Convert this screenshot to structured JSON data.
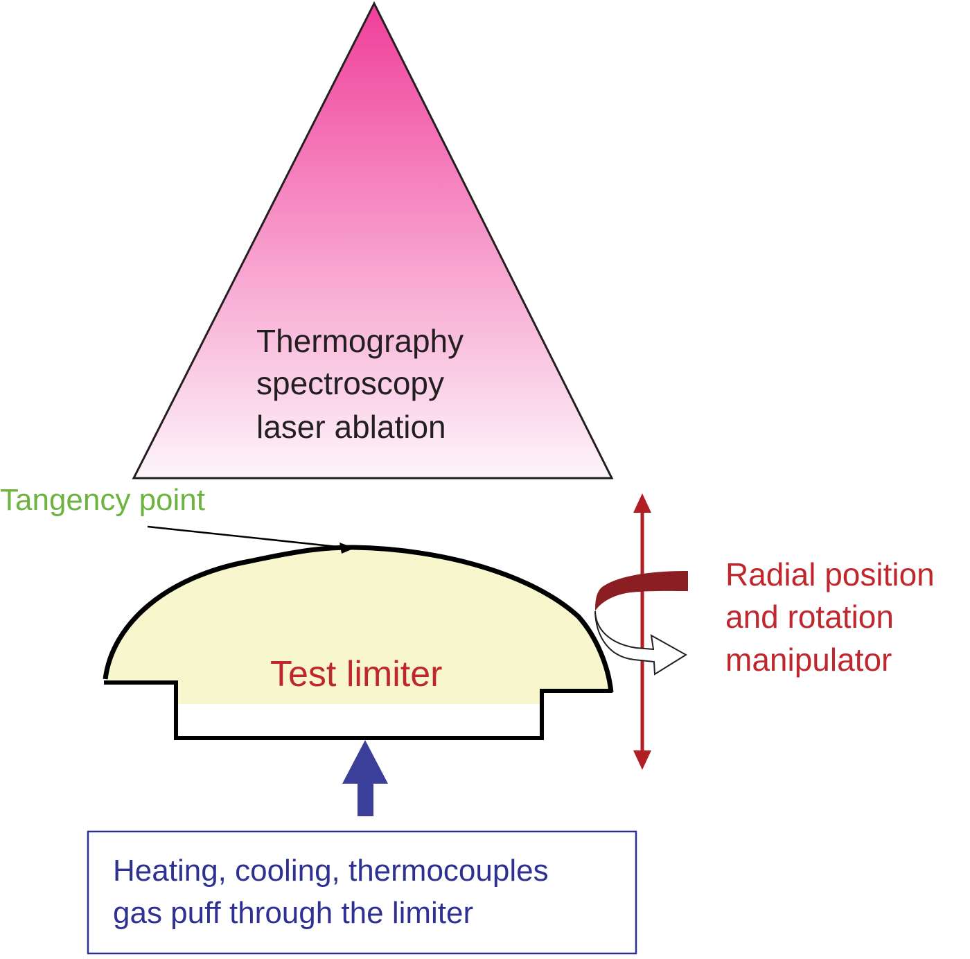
{
  "diagnostics": {
    "lines": [
      "Thermography",
      "spectroscopy",
      "laser ablation"
    ]
  },
  "tangency": {
    "label": "Tangency point"
  },
  "limiter": {
    "label": "Test limiter"
  },
  "manipulator": {
    "lines": [
      "Radial position",
      "and rotation",
      "manipulator"
    ]
  },
  "services": {
    "lines": [
      "Heating, cooling, thermocouples",
      "gas puff through the limiter"
    ]
  },
  "colors": {
    "triangle_top": "#f03e9a",
    "triangle_bottom": "#fdf5fa",
    "limiter_fill": "#f8f6cc",
    "green_label": "#6db33f",
    "red_label": "#c0272d",
    "manipulator_arrow": "#b01f24",
    "rotation_arrow": "#8b1e22",
    "blue": "#2e3192",
    "services_arrow": "#3b3f9a"
  }
}
